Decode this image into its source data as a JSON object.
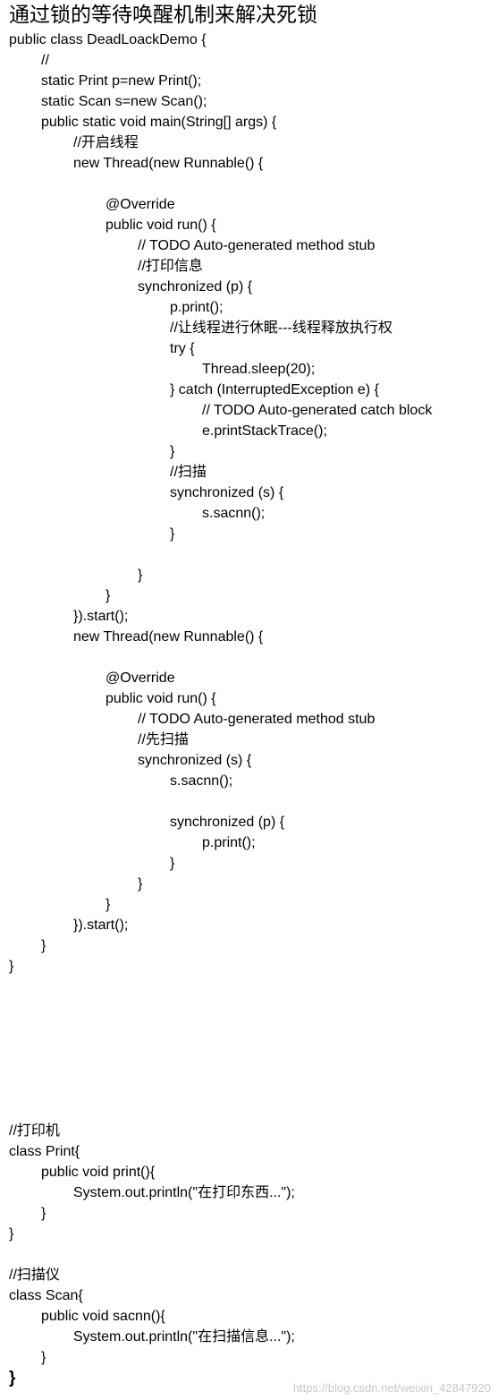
{
  "title": "通过锁的等待唤醒机制来解决死锁",
  "code_lines": [
    {
      "indent": 0,
      "text": "public class DeadLoackDemo {"
    },
    {
      "indent": 1,
      "text": "//"
    },
    {
      "indent": 1,
      "text": "static Print p=new Print();"
    },
    {
      "indent": 1,
      "text": "static Scan s=new Scan();"
    },
    {
      "indent": 1,
      "text": "public static void main(String[] args) {"
    },
    {
      "indent": 2,
      "text": "//开启线程"
    },
    {
      "indent": 2,
      "text": "new Thread(new Runnable() {"
    },
    {
      "indent": 0,
      "text": ""
    },
    {
      "indent": 3,
      "text": "@Override"
    },
    {
      "indent": 3,
      "text": "public void run() {"
    },
    {
      "indent": 4,
      "text": "// TODO Auto-generated method stub"
    },
    {
      "indent": 4,
      "text": "//打印信息"
    },
    {
      "indent": 4,
      "text": "synchronized (p) {"
    },
    {
      "indent": 5,
      "text": "p.print();"
    },
    {
      "indent": 5,
      "text": "//让线程进行休眠---线程释放执行权"
    },
    {
      "indent": 5,
      "text": "try {"
    },
    {
      "indent": 6,
      "text": "Thread.sleep(20);"
    },
    {
      "indent": 5,
      "text": "} catch (InterruptedException e) {"
    },
    {
      "indent": 6,
      "text": "// TODO Auto-generated catch block"
    },
    {
      "indent": 6,
      "text": "e.printStackTrace();"
    },
    {
      "indent": 5,
      "text": "}"
    },
    {
      "indent": 5,
      "text": "//扫描"
    },
    {
      "indent": 5,
      "text": "synchronized (s) {"
    },
    {
      "indent": 6,
      "text": "s.sacnn();"
    },
    {
      "indent": 5,
      "text": "}"
    },
    {
      "indent": 0,
      "text": ""
    },
    {
      "indent": 4,
      "text": "}"
    },
    {
      "indent": 3,
      "text": "}"
    },
    {
      "indent": 2,
      "text": "}).start();"
    },
    {
      "indent": 2,
      "text": "new Thread(new Runnable() {"
    },
    {
      "indent": 0,
      "text": ""
    },
    {
      "indent": 3,
      "text": "@Override"
    },
    {
      "indent": 3,
      "text": "public void run() {"
    },
    {
      "indent": 4,
      "text": "// TODO Auto-generated method stub"
    },
    {
      "indent": 4,
      "text": "//先扫描"
    },
    {
      "indent": 4,
      "text": "synchronized (s) {"
    },
    {
      "indent": 5,
      "text": "s.sacnn();"
    },
    {
      "indent": 0,
      "text": ""
    },
    {
      "indent": 5,
      "text": "synchronized (p) {"
    },
    {
      "indent": 6,
      "text": "p.print();"
    },
    {
      "indent": 5,
      "text": "}"
    },
    {
      "indent": 4,
      "text": "}"
    },
    {
      "indent": 3,
      "text": "}"
    },
    {
      "indent": 2,
      "text": "}).start();"
    },
    {
      "indent": 1,
      "text": "}"
    },
    {
      "indent": 0,
      "text": "}"
    },
    {
      "indent": 0,
      "text": ""
    },
    {
      "indent": 0,
      "text": ""
    },
    {
      "indent": 0,
      "text": ""
    },
    {
      "indent": 0,
      "text": ""
    },
    {
      "indent": 0,
      "text": ""
    },
    {
      "indent": 0,
      "text": ""
    },
    {
      "indent": 0,
      "text": ""
    },
    {
      "indent": 0,
      "text": "//打印机"
    },
    {
      "indent": 0,
      "text": "class Print{"
    },
    {
      "indent": 1,
      "text": "public void print(){"
    },
    {
      "indent": 2,
      "text": "System.out.println(\"在打印东西...\");"
    },
    {
      "indent": 1,
      "text": "}"
    },
    {
      "indent": 0,
      "text": "}"
    },
    {
      "indent": 0,
      "text": ""
    },
    {
      "indent": 0,
      "text": "//扫描仪"
    },
    {
      "indent": 0,
      "text": "class Scan{"
    },
    {
      "indent": 1,
      "text": "public void sacnn(){"
    },
    {
      "indent": 2,
      "text": "System.out.println(\"在扫描信息...\");"
    },
    {
      "indent": 1,
      "text": "}"
    },
    {
      "indent": 0,
      "text": "}",
      "emphasis": true
    }
  ],
  "watermark": "https://blog.csdn.net/weixin_42847920"
}
